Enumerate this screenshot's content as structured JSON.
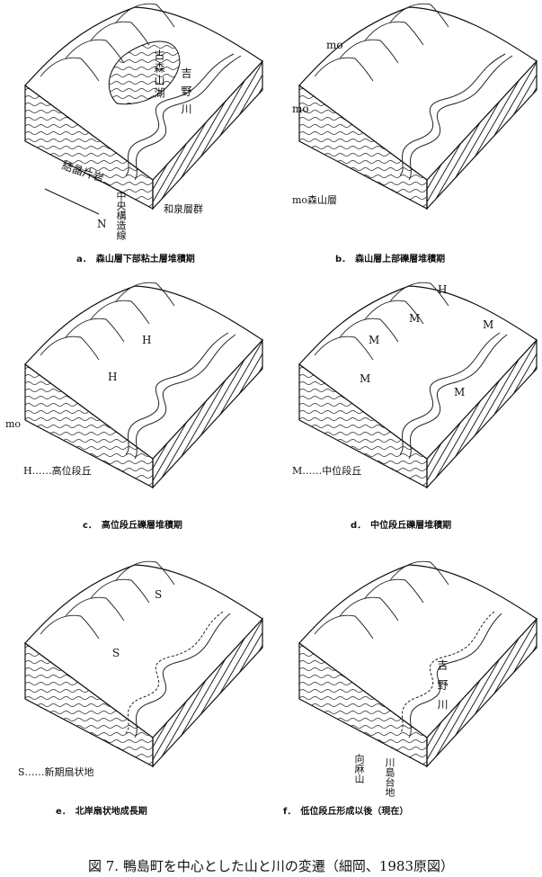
{
  "panels": [
    {
      "id": "a",
      "caption": "a．　森山層下部粘土層堆積期",
      "labels": {
        "lake": "古森山湖",
        "river": "吉野川",
        "schist": "結晶片岩",
        "median_line": "中央構造線",
        "izumi": "和泉層群",
        "north": "N"
      }
    },
    {
      "id": "b",
      "caption": "b．　森山層上部礫層堆積期",
      "labels": {
        "mo1": "mo",
        "mo2": "mo",
        "legend": "mo森山層"
      }
    },
    {
      "id": "c",
      "caption": "c．　高位段丘礫層堆積期",
      "labels": {
        "h1": "H",
        "h2": "H",
        "mo": "mo",
        "legend": "H……高位段丘"
      }
    },
    {
      "id": "d",
      "caption": "d．　中位段丘礫層堆積期",
      "labels": {
        "h": "H",
        "m1": "M",
        "m2": "M",
        "m3": "M",
        "m4": "M",
        "m5": "M",
        "m6": "M",
        "legend": "M……中位段丘"
      }
    },
    {
      "id": "e",
      "caption": "e．　北岸扇状地成長期",
      "labels": {
        "s1": "S",
        "s2": "S",
        "legend": "S……新期扇状地"
      }
    },
    {
      "id": "f",
      "caption": "f．　低位段丘形成以後（現在）",
      "labels": {
        "river": "吉野川",
        "mukaiasayama": "向麻山",
        "kawashima": "川島台地"
      }
    }
  ],
  "figure_caption": "図 7. 鴨島町を中心とした山と川の変遷（細岡、1983原図）"
}
